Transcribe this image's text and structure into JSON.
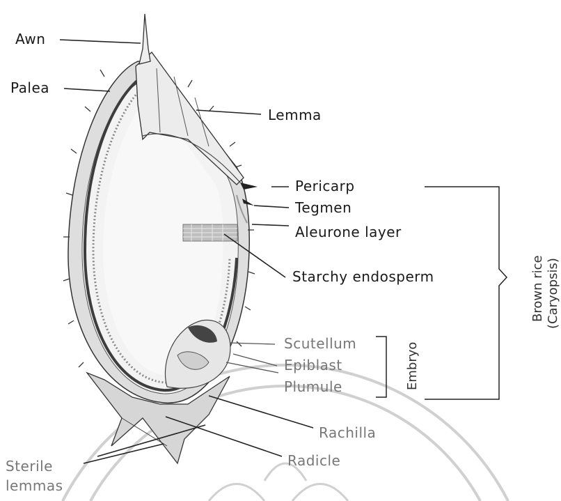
{
  "labels": {
    "awn": "Awn",
    "palea": "Palea",
    "lemma": "Lemma",
    "pericarp": "Pericarp",
    "tegmen": "Tegmen",
    "aleurone_layer": "Aleurone layer",
    "starchy_endosperm": "Starchy endosperm",
    "scutellum": "Scutellum",
    "epiblast": "Epiblast",
    "plumule": "Plumule",
    "rachilla": "Rachilla",
    "radicle": "Radicle",
    "sterile_lemmas_line1": "Sterile",
    "sterile_lemmas_line2": "lemmas",
    "embryo": "Embryo",
    "brown_rice_line1": "Brown rice",
    "brown_rice_line2": "(Caryopsis)"
  },
  "colors": {
    "ink": "#1a1a1a",
    "hull_fill": "#d9d9d9",
    "bran_dark": "#4a4a4a",
    "watermark": "#cfcfcf"
  }
}
